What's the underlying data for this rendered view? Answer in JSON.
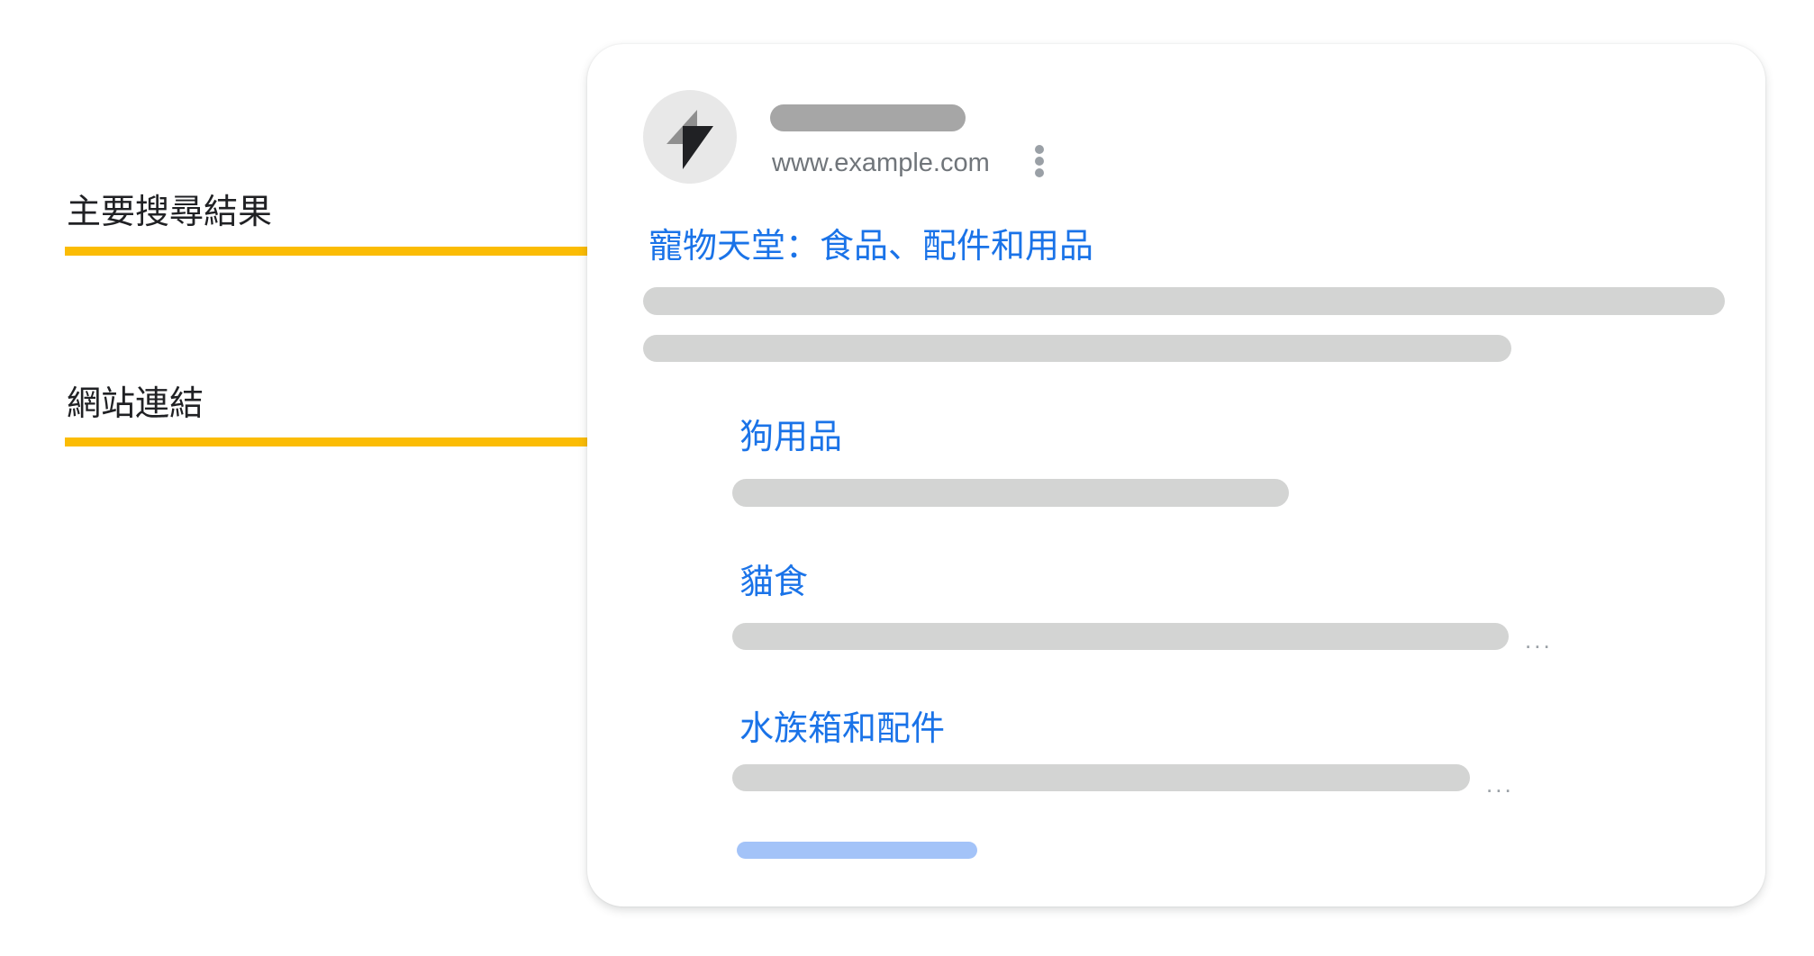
{
  "callouts": [
    {
      "label": "主要搜尋結果",
      "line_color": "#fbbc04"
    },
    {
      "label": "網站連結",
      "line_color": "#fbbc04"
    }
  ],
  "result_card": {
    "favicon_icon": "bolt-icon",
    "site_name_placeholder": "",
    "url": "www.example.com",
    "menu_icon": "kebab-menu-icon",
    "title": "寵物天堂：食品、配件和用品",
    "title_color": "#1a73e8",
    "sitelinks": [
      {
        "title": "狗用品",
        "has_ellipsis": false
      },
      {
        "title": "貓食",
        "has_ellipsis": true,
        "ellipsis": "..."
      },
      {
        "title": "水族箱和配件",
        "has_ellipsis": true,
        "ellipsis": "..."
      }
    ],
    "more_link_color": "#a3c3f8"
  }
}
